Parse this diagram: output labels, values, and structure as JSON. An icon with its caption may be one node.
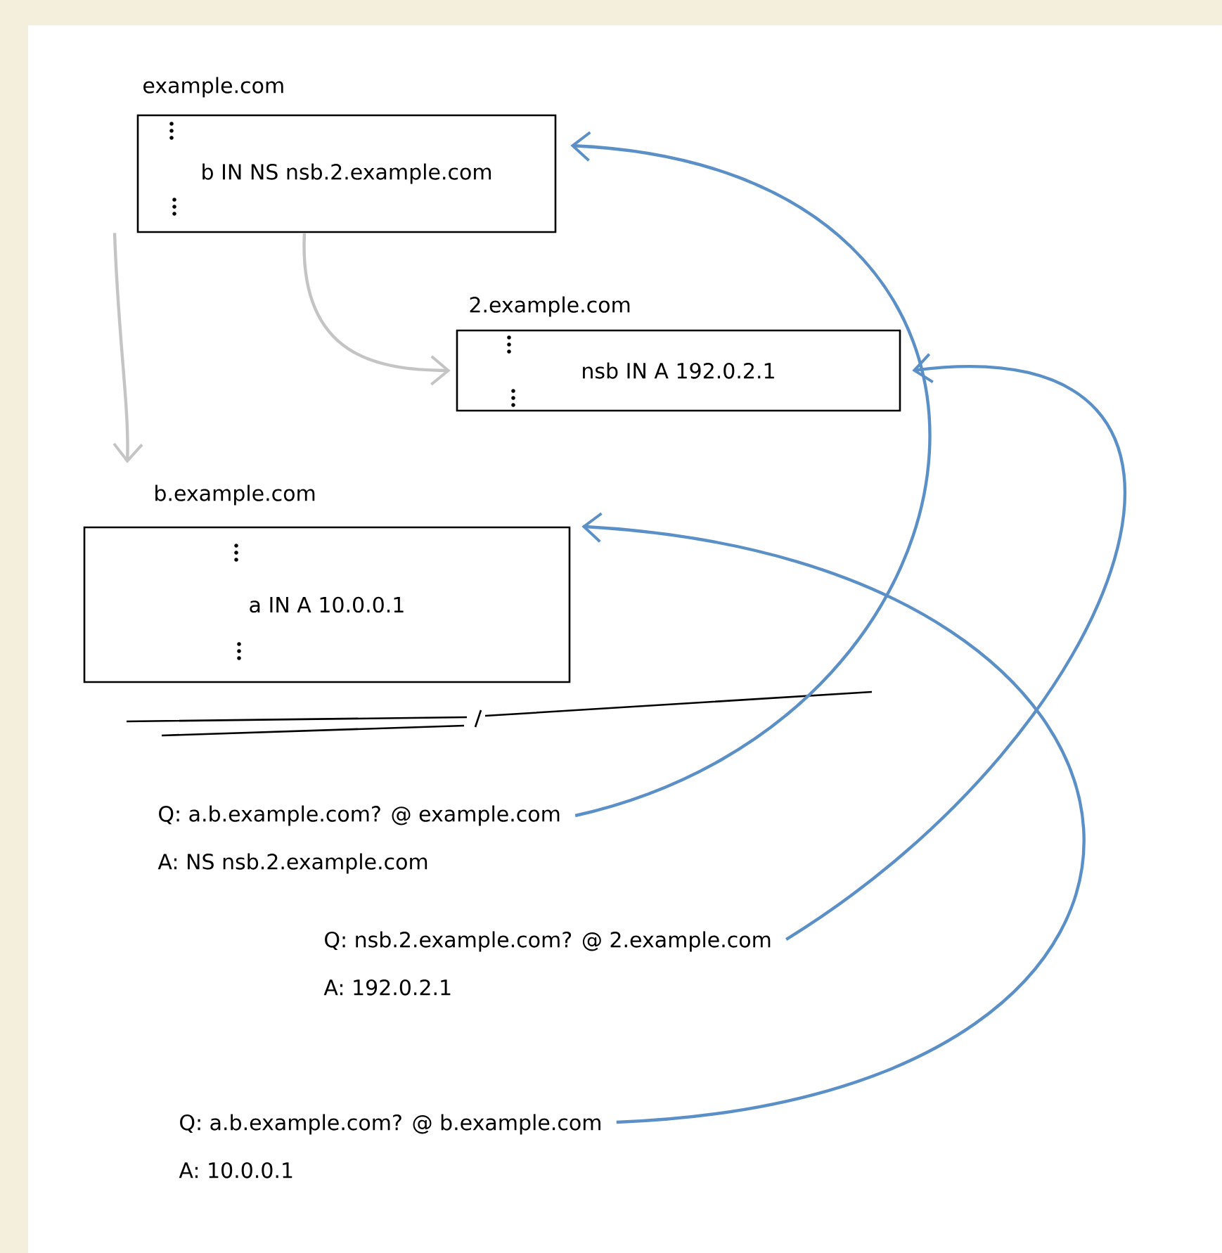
{
  "diagram": {
    "nodes": [
      {
        "text": [
          "example.com",
          "b IN NS nsb.2.example.com"
        ]
      },
      {
        "text": [
          "2.example.com",
          "nsb IN A 192.0.2.1"
        ]
      },
      {
        "text": [
          "b.example.com",
          "a IN A 10.0.0.1"
        ]
      },
      {
        "text": [
          "Q: a.b.example.com? @ example.com",
          "A: NS nsb.2.example.com"
        ]
      },
      {
        "text": [
          "Q: nsb.2.example.com? @ 2.example.com",
          "A: 192.0.2.1"
        ]
      },
      {
        "text": [
          "Q: a.b.example.com? @ b.example.com",
          "A: 10.0.0.1"
        ]
      }
    ],
    "edges": [
      {
        "from": 0,
        "to": 2,
        "arrow": "to",
        "color": "#c4c4c4"
      },
      {
        "from": 0,
        "to": 1,
        "arrow": "to",
        "color": "#c4c4c4"
      },
      {
        "from": 3,
        "to": 0,
        "arrow": "to"
      },
      {
        "from": 4,
        "to": 1,
        "arrow": "to"
      },
      {
        "from": 5,
        "to": 2,
        "arrow": "to"
      }
    ]
  }
}
